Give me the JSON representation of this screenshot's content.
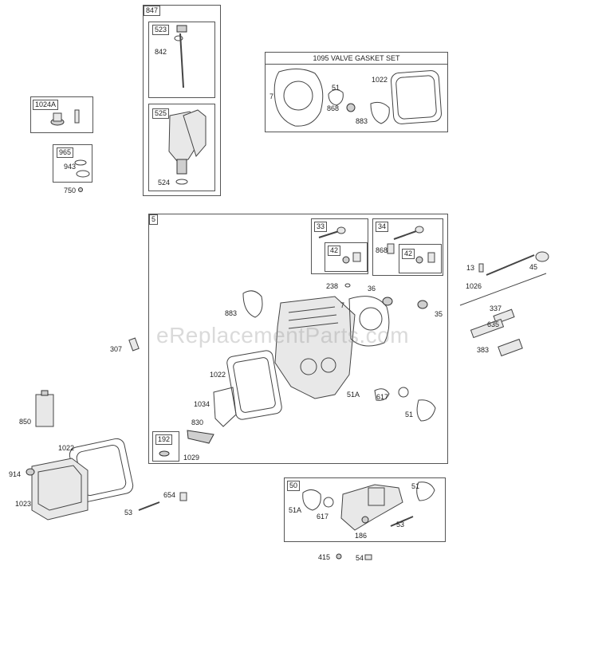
{
  "boxes": {
    "b847": "847",
    "b523": "523",
    "b525": "525",
    "b1024A": "1024A",
    "b965": "965",
    "b1095": "1095 VALVE GASKET SET",
    "b5": "5",
    "b33": "33",
    "b34": "34",
    "b42a": "42",
    "b42b": "42",
    "b192": "192",
    "b50": "50"
  },
  "labels": {
    "l842": "842",
    "l524": "524",
    "l943": "943",
    "l750": "750",
    "l7a": "7",
    "l51a": "51",
    "l1022a": "1022",
    "l868a": "868",
    "l883a": "883",
    "l868b": "868",
    "l238": "238",
    "l36": "36",
    "l7b": "7",
    "l35": "35",
    "l883b": "883",
    "l1022b": "1022",
    "l1034": "1034",
    "l830": "830",
    "l1029": "1029",
    "l51Aa": "51A",
    "l617a": "617",
    "l51b": "51",
    "l13": "13",
    "l45": "45",
    "l1026": "1026",
    "l337": "337",
    "l635": "635",
    "l383": "383",
    "l307": "307",
    "l850": "850",
    "l1022c": "1022",
    "l914": "914",
    "l1023": "1023",
    "l654": "654",
    "l53a": "53",
    "l51Ab": "51A",
    "l617b": "617",
    "l51c": "51",
    "l186": "186",
    "l53b": "53",
    "l415": "415",
    "l54": "54"
  },
  "watermark": "eReplacementParts.com"
}
